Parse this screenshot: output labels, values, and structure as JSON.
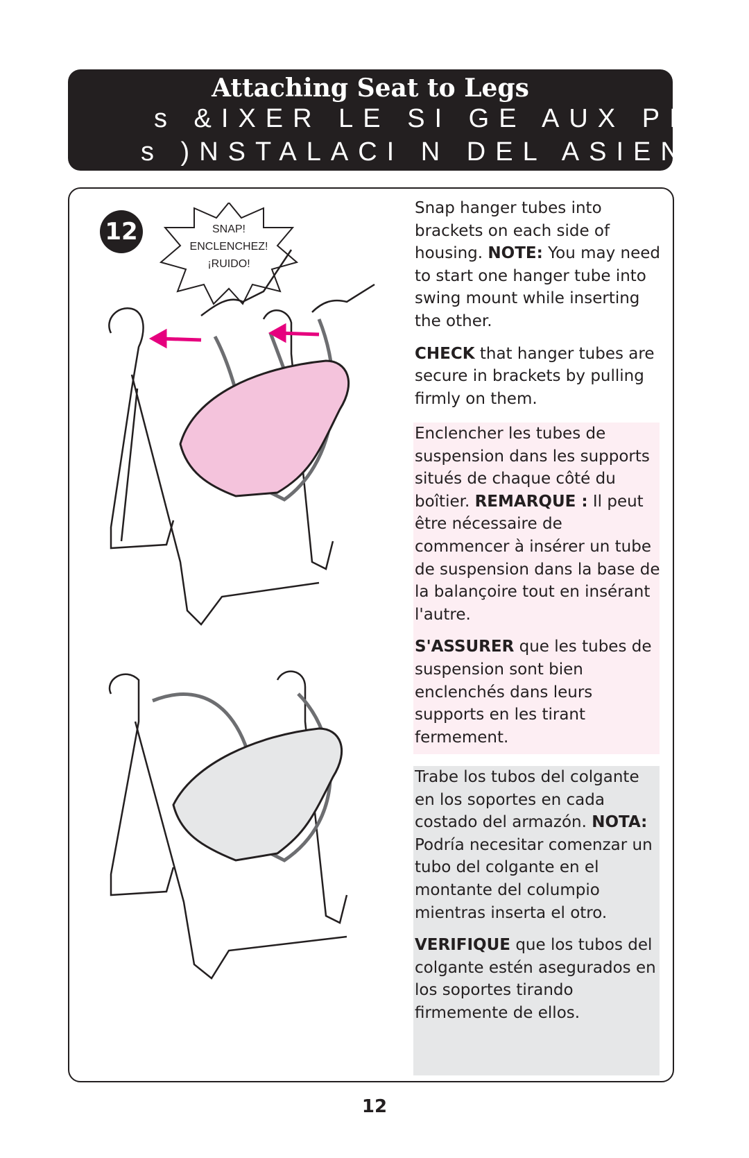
{
  "header": {
    "title": "Attaching Seat to Legs",
    "line_fr": "s &IXER LE SI GE AUX PIED",
    "line_es": "s )NSTALACI N DEL ASIENTO"
  },
  "step": {
    "number": "12"
  },
  "callout": {
    "line1": "SNAP!",
    "line2": "ENCLENCHEZ!",
    "line3": "¡RUIDO!"
  },
  "english": {
    "p1_a": "Snap hanger tubes into brackets on each side of housing.",
    "p1_bold": "NOTE:",
    "p1_b": "You may need to start one hanger tube into swing mount while inserting the other.",
    "p2_bold": "CHECK",
    "p2_a": "that hanger tubes are secure in brackets by pulling firmly on them."
  },
  "french": {
    "p1_a": "Enclencher les tubes de suspension dans les supports situés de chaque côté du boîtier.",
    "p1_bold": "REMARQUE :",
    "p1_b": "Il peut être nécessaire de commencer à insérer un tube de suspension dans la base de la balançoire tout en insérant l'autre.",
    "p2_bold": "S'ASSURER",
    "p2_a": "que les tubes de suspension sont bien enclenchés dans leurs supports en les tirant fermement."
  },
  "spanish": {
    "p1_a": "Trabe los tubos del colgante en los soportes en cada costado del armazón.",
    "p1_bold": "NOTA:",
    "p1_b": "Podría necesitar comenzar un tubo del colgante en el montante del columpio mientras inserta el otro.",
    "p2_bold": "VERIFIQUE",
    "p2_a": "que los tubos del colgante estén asegurados en los soportes tirando firmemente de ellos."
  },
  "page": {
    "number": "12"
  },
  "colors": {
    "header_bg": "#231f20",
    "accent_pink": "#e6007e",
    "seat_pink": "#f4c3dc",
    "french_bg": "#fdeef3",
    "spanish_bg": "#e6e7e8"
  }
}
